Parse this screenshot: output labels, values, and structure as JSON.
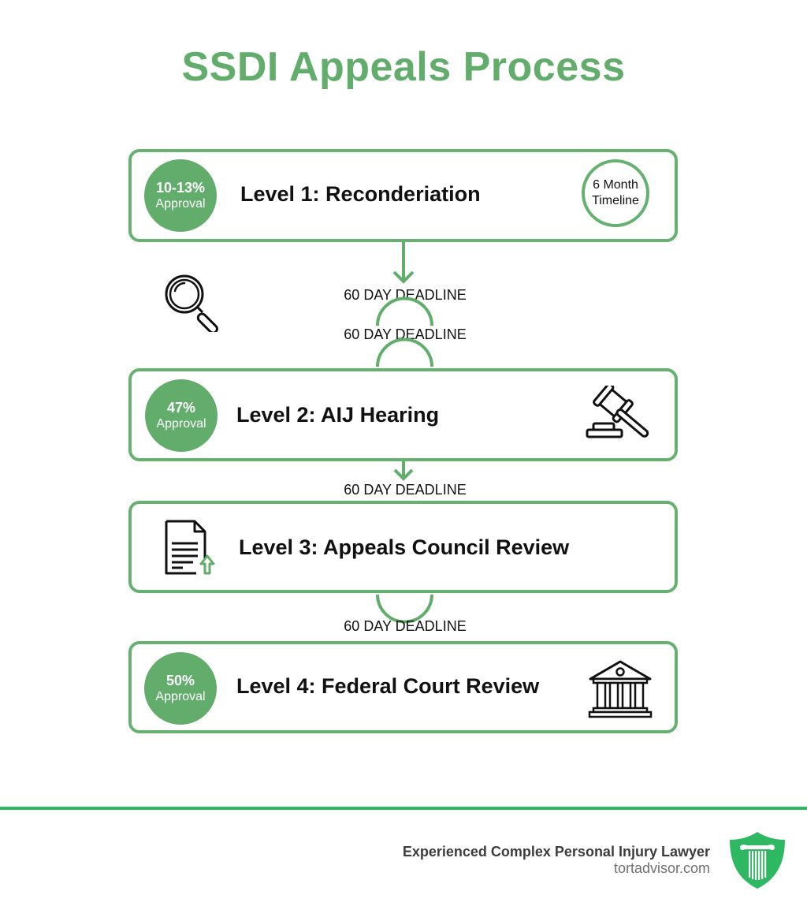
{
  "title": "SSDI Appeals Process",
  "colors": {
    "accent": "#62ad6b",
    "card_border": "#66b16f",
    "footer_line": "#2fb862",
    "text": "#111111"
  },
  "levels": [
    {
      "badge_value": "10-13%",
      "badge_label": "Approval",
      "title": "Level 1: Reconderiation",
      "side_note_line1": "6 Month",
      "side_note_line2": "Timeline"
    },
    {
      "badge_value": "47%",
      "badge_label": "Approval",
      "title": "Level 2: AIJ Hearing",
      "icon": "gavel-icon"
    },
    {
      "title": "Level 3: Appeals Council Review",
      "icon": "document-upload-icon"
    },
    {
      "badge_value": "50%",
      "badge_label": "Approval",
      "title": "Level 4: Federal Court Review",
      "icon": "courthouse-icon"
    }
  ],
  "deadlines": [
    "60 DAY DEADLINE",
    "60 DAY DEADLINE",
    "60 DAY DEADLINE",
    "60 DAY DEADLINE"
  ],
  "decorative_icons": [
    "magnifying-glass-icon"
  ],
  "footer": {
    "tagline": "Experienced Complex Personal Injury Lawyer",
    "site": "tortadvisor.com",
    "logo": "shield-column-icon"
  }
}
